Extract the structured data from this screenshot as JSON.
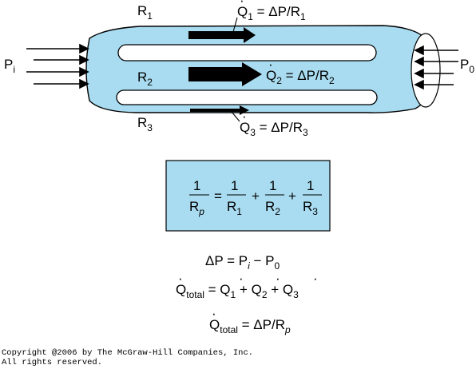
{
  "labels": {
    "r1": "R",
    "r1_sub": "1",
    "r2": "R",
    "r2_sub": "2",
    "r3": "R",
    "r3_sub": "3",
    "pi": "P",
    "pi_sub": "i",
    "p0": "P",
    "p0_sub": "0"
  },
  "flow_equations": {
    "q1": {
      "q": "Q",
      "sub": "1",
      "rhs": " = ΔP/R",
      "rsub": "1"
    },
    "q2": {
      "q": "Q",
      "sub": "2",
      "rhs": " = ΔP/R",
      "rsub": "2"
    },
    "q3": {
      "q": "Q",
      "sub": "3",
      "rhs": " = ΔP/R",
      "rsub": "3"
    }
  },
  "box_formula": {
    "one": "1",
    "rp": "R",
    "rp_sub": "p",
    "eq": "=",
    "plus": "+",
    "r1": "R",
    "r1_sub": "1",
    "r2": "R",
    "r2_sub": "2",
    "r3": "R",
    "r3_sub": "3"
  },
  "equations": {
    "dp": {
      "lhs": "ΔP = P",
      "i": "i",
      "mid": " − P",
      "z": "0"
    },
    "qtotal_sum": {
      "q": "Q",
      "total": "total",
      "eq": " = ",
      "q1": "Q",
      "s1": "1",
      "plus": " + ",
      "q2": "Q",
      "s2": "2",
      "q3": "Q",
      "s3": "3"
    },
    "qtotal_dp": {
      "q": "Q",
      "total": "total",
      "rhs": " = ΔP/R",
      "p": "p"
    }
  },
  "copyright": {
    "line1": "Copyright @2006 by The McGraw-Hill Companies, Inc.",
    "line2": "All rights reserved."
  },
  "colors": {
    "vessel": "#a9dcf0",
    "box": "#a9dcf0"
  }
}
